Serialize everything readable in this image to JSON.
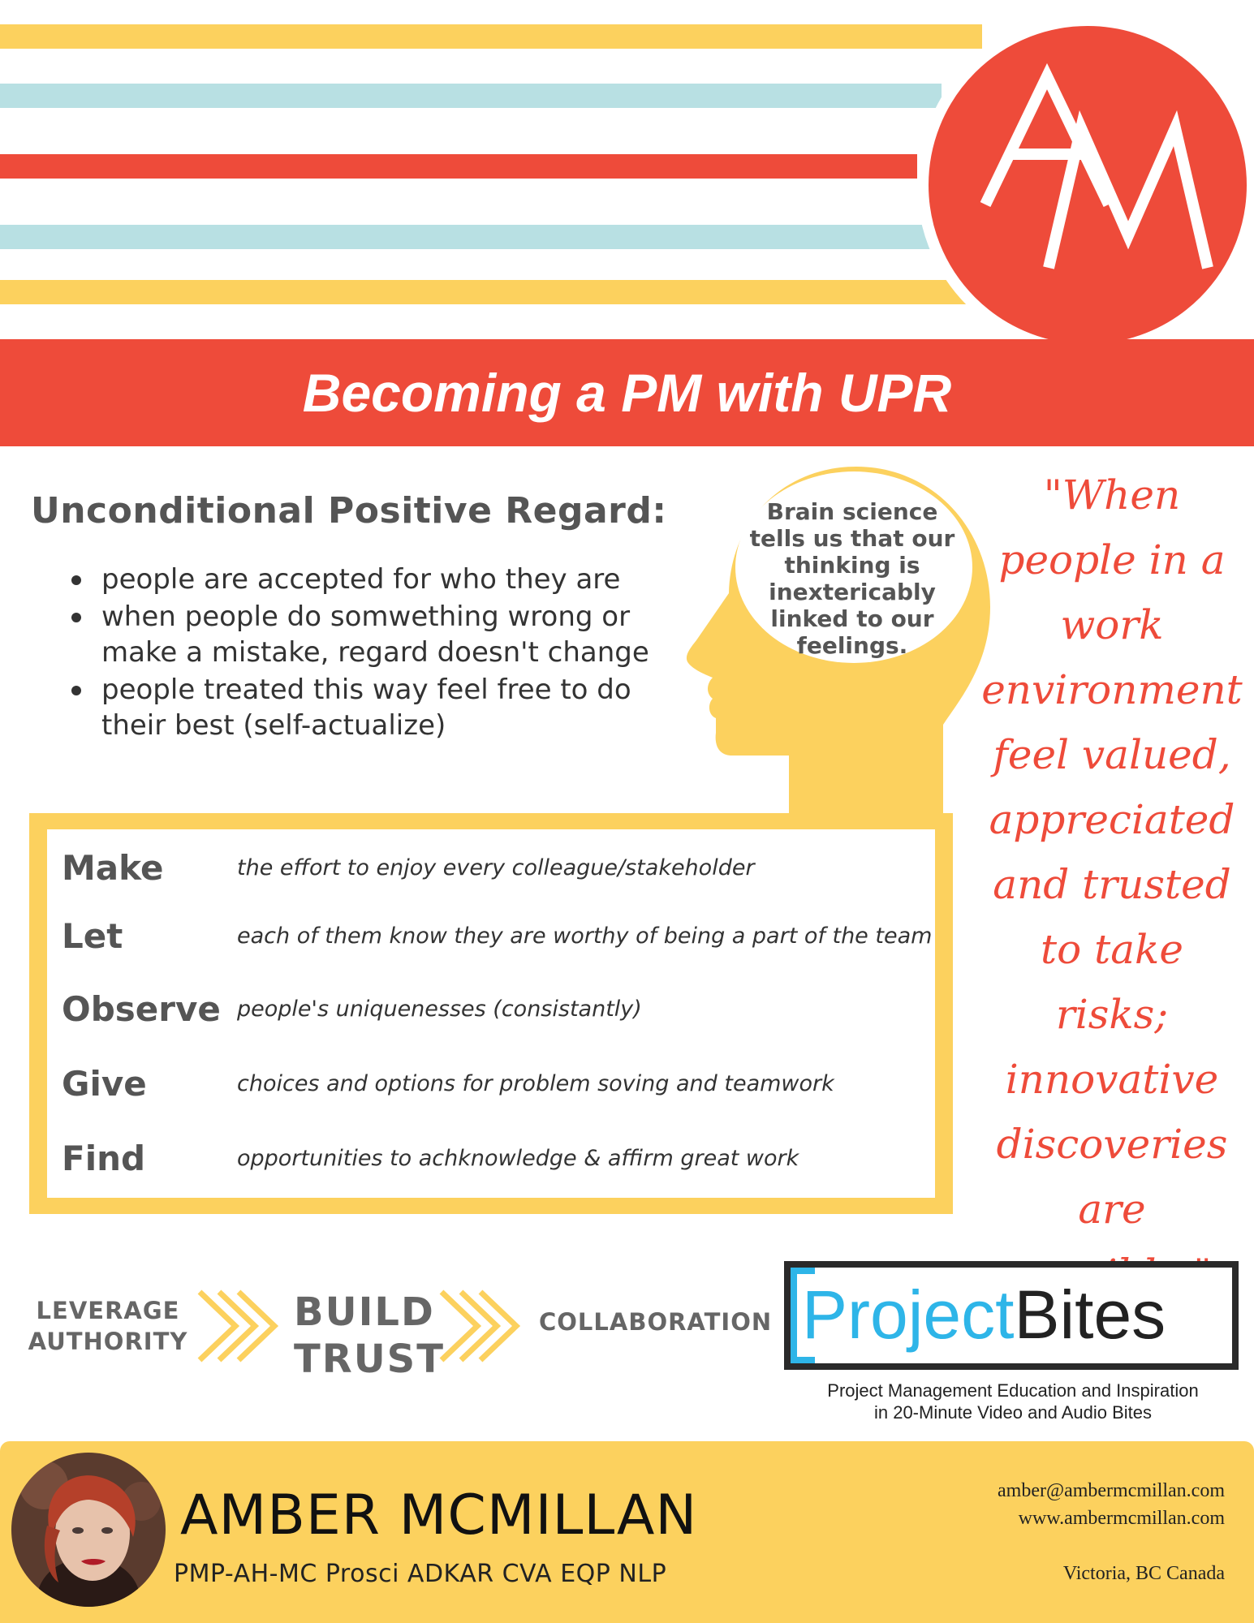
{
  "header": {
    "logo_text": "AM",
    "colors": {
      "red": "#ee4b3a",
      "yellow": "#fcd15e",
      "blue": "#b8e0e3"
    }
  },
  "banner": {
    "title": "Becoming a PM with UPR"
  },
  "upr": {
    "heading": "Unconditional Positive Regard:",
    "items": [
      "people are accepted for who they are",
      "when people do somwething wrong or make a mistake, regard doesn't change",
      "people treated this way feel free to do their best (self-actualize)"
    ]
  },
  "brain": {
    "text": "Brain science tells us that our thinking is inextericably linked to our feelings."
  },
  "quote": {
    "lines": [
      "\"When",
      "people in a",
      "work",
      "environment",
      "feel valued,",
      "appreciated",
      "and trusted",
      "to take",
      "risks;",
      "innovative",
      "discoveries",
      "are possible.\""
    ]
  },
  "mlogf": [
    {
      "word": "Make",
      "desc": "the effort to enjoy every colleague/stakeholder"
    },
    {
      "word": "Let",
      "desc": "each of them know they are worthy of being a part of the team"
    },
    {
      "word": "Observe",
      "desc": "people's uniquenesses (consistantly)"
    },
    {
      "word": "Give",
      "desc": "choices and options for problem soving and teamwork"
    },
    {
      "word": "Find",
      "desc": "opportunities to achknowledge & affirm great work"
    }
  ],
  "flow": {
    "step1_line1": "LEVERAGE",
    "step1_line2": "AUTHORITY",
    "step2_line1": "BUILD",
    "step2_line2": "TRUST",
    "step3": "COLLABORATION"
  },
  "projectbites": {
    "word_project": "Project",
    "word_bites": "Bites",
    "tagline_line1": "Project Management Education and Inspiration",
    "tagline_line2": "in 20-Minute Video and Audio Bites"
  },
  "footer": {
    "name": "AMBER MCMILLAN",
    "credentials": "PMP-AH-MC Prosci ADKAR CVA EQP NLP",
    "email": "amber@ambermcmillan.com",
    "website": "www.ambermcmillan.com",
    "location": "Victoria, BC Canada"
  }
}
